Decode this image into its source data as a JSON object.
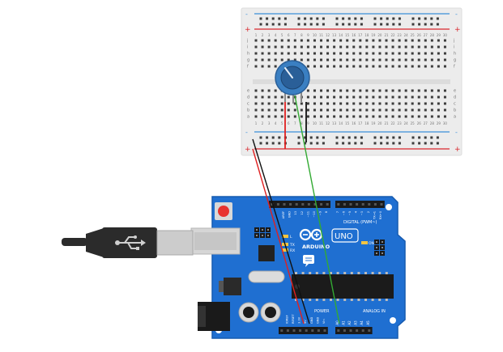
{
  "breadboard": {
    "rail_plus": "+",
    "rail_minus": "-",
    "row_letters_top": [
      "j",
      "i",
      "h",
      "g",
      "f"
    ],
    "row_letters_bottom": [
      "e",
      "d",
      "c",
      "b",
      "a"
    ],
    "column_numbers": [
      "1",
      "2",
      "3",
      "4",
      "5",
      "6",
      "7",
      "8",
      "9",
      "10",
      "11",
      "12",
      "13",
      "14",
      "15",
      "16",
      "17",
      "18",
      "19",
      "20",
      "21",
      "22",
      "23",
      "24",
      "25",
      "26",
      "27",
      "28",
      "29",
      "30"
    ]
  },
  "arduino": {
    "logo_text": "ARDUINO",
    "model_badge": "UNO",
    "digital_header_label": "DIGITAL (PWM~)",
    "power_header_label": "POWER",
    "analog_header_label": "ANALOG IN",
    "on_led_label": "ON",
    "tx_label": "TX",
    "rx_label": "RX",
    "l_label": "L",
    "analog_pins": [
      "A0",
      "A1",
      "A2",
      "A3",
      "A4",
      "A5"
    ],
    "power_pins": [
      "IOREF",
      "RESET",
      "3.3V",
      "5V",
      "GND",
      "GND",
      "Vin"
    ],
    "digital_pins": [
      "AREF",
      "GND",
      "13",
      "12",
      "~11",
      "~10",
      "~9",
      "8",
      "7",
      "~6",
      "~5",
      "4",
      "~3",
      "2",
      "TX→1",
      "RX←0"
    ]
  },
  "colors": {
    "board_blue": "#1f6fd1",
    "board_edge": "#175bb0",
    "breadboard_body": "#ececec",
    "rail_red": "#d8262c",
    "rail_blue": "#3b8fd9",
    "hole": "#3c3c3c",
    "pot_body": "#3a7fc2",
    "pot_knob": "#2a5f98",
    "wire_red": "#e02020",
    "wire_black": "#111111",
    "wire_green": "#33aa33",
    "usb_cable": "#2b2b2b",
    "usb_plug": "#cccccc",
    "header_black": "#1a1a1a",
    "chip_black": "#1b1b1b",
    "reset_red": "#e8322e"
  },
  "icons": [
    "usb-symbol-icon",
    "arduino-infinity-logo-icon",
    "speech-bubble-icon"
  ]
}
